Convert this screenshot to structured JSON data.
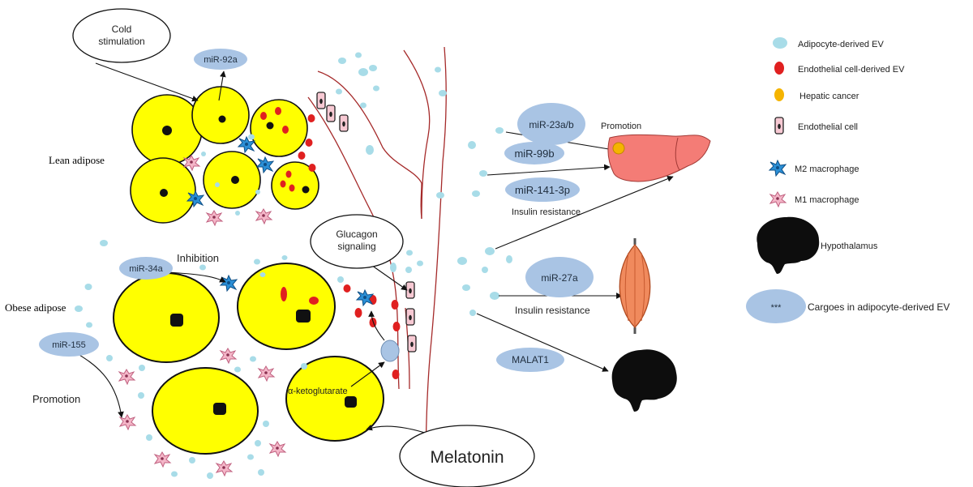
{
  "labels": {
    "cold_stimulation": "Cold stimulation",
    "lean_adipose": "Lean adipose",
    "obese_adipose": "Obese adipose",
    "glucagon_signaling": "Glucagon signaling",
    "inhibition": "Inhibition",
    "promotion_left": "Promotion",
    "promotion_liver": "Promotion",
    "alpha_ketoglutarate": "α-ketoglutarate",
    "melatonin": "Melatonin",
    "insulin_resistance_liver": "Insulin resistance",
    "insulin_resistance_muscle": "Insulin resistance"
  },
  "mirnas": {
    "mir92a": "miR-92a",
    "mir34a": "miR-34a",
    "mir155": "miR-155",
    "mir23ab": "miR-23a/b",
    "mir99b": "miR-99b",
    "mir141": "miR-141-3p",
    "mir27a": "miR-27a",
    "malat1": "MALAT1"
  },
  "legend": [
    {
      "key": "adipocyte_ev",
      "label": "Adipocyte-derived EV"
    },
    {
      "key": "endothelial_ev",
      "label": "Endothelial cell-derived EV"
    },
    {
      "key": "hepatic_cancer",
      "label": "Hepatic cancer"
    },
    {
      "key": "endothelial_cell",
      "label": "Endothelial cell"
    },
    {
      "key": "m2_macrophage",
      "label": "M2 macrophage"
    },
    {
      "key": "m1_macrophage",
      "label": "M1 macrophage"
    },
    {
      "key": "hypothalamus",
      "label": "Hypothalamus"
    },
    {
      "key": "cargoes",
      "label": "Cargoes in adipocyte-derived EV",
      "marker_text": "***"
    }
  ],
  "colors": {
    "adipocyte_fill": "#ffff00",
    "ev_blue": "#a8dce8",
    "ev_red": "#e02020",
    "pill": "#a9c4e4",
    "vessel": "#a52a2a",
    "liver": "#f47c76",
    "muscle": "#f08a5d",
    "m2": "#2b8fd6",
    "m1": "#f4b6c8",
    "hepatic_cancer": "#f5b400"
  }
}
